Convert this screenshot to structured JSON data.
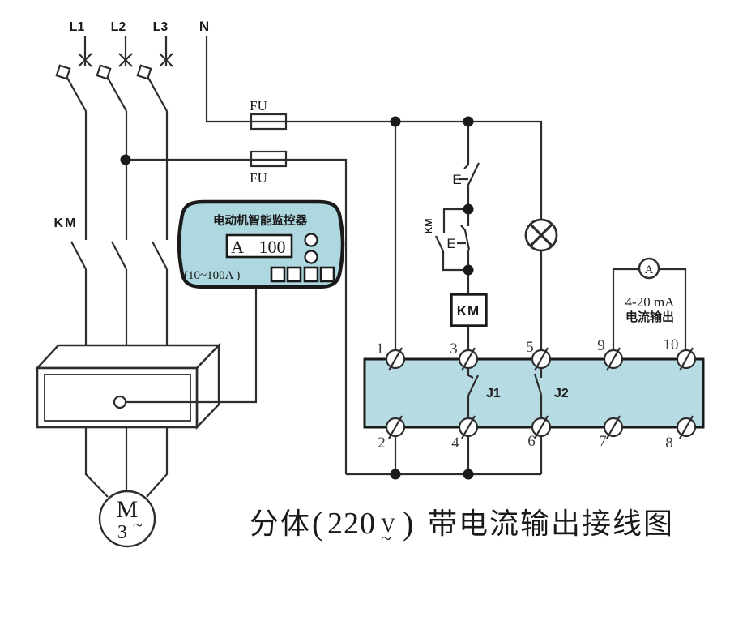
{
  "colors": {
    "device_fill": "#aed8df",
    "strip_fill": "#b6dbe3",
    "line": "#2d2d2d"
  },
  "power": {
    "phase_labels": [
      "L1",
      "L2",
      "L3"
    ],
    "neutral_label": "N",
    "fuse_label": "FU",
    "contactor_label": "KM"
  },
  "monitor": {
    "title": "电动机智能监控器",
    "display_prefix": "A",
    "display_value": "100",
    "range": "(10~100A )"
  },
  "motor": {
    "symbol": "M",
    "phase": "3",
    "tilde": "~"
  },
  "control": {
    "stop_label": "E",
    "start_label": "E",
    "aux_label": "KM",
    "coil_label": "KM"
  },
  "strip": {
    "top_terminals": [
      "1",
      "3",
      "5",
      "9",
      "10"
    ],
    "bottom_terminals": [
      "2",
      "4",
      "6",
      "7",
      "8"
    ],
    "relay1": "J1",
    "relay2": "J2"
  },
  "output": {
    "ammeter": "A",
    "line1": "4-20 mA",
    "line2": "电流输出"
  },
  "title": {
    "part1": "分体",
    "open": "(",
    "num": "220",
    "v": "V",
    "tilde": "~",
    "close": ")",
    "part2": "带电流输出接线图"
  }
}
